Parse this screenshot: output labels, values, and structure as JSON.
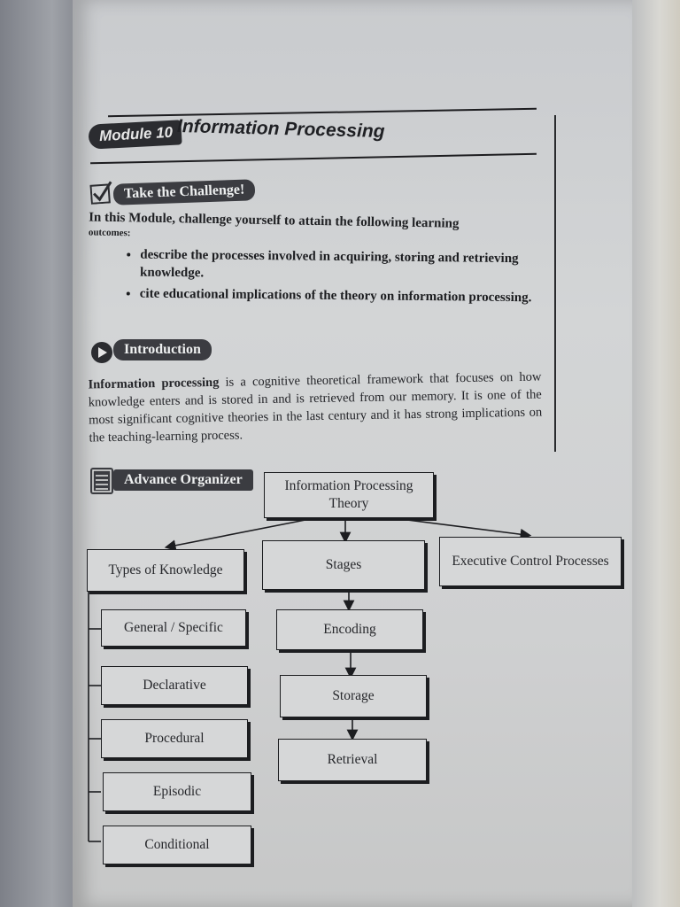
{
  "module": {
    "badge": "Module 10",
    "title": "Information Processing"
  },
  "challenge": {
    "badge": "Take the Challenge!",
    "intro": "In this Module, challenge yourself to attain the following learning",
    "intro_cont": "outcomes:",
    "outcomes": [
      "describe the processes involved in acquiring, storing and retrieving knowledge.",
      "cite educational implications of the theory on information processing."
    ]
  },
  "introduction": {
    "badge": "Introduction",
    "term": "Information processing",
    "text": " is a cognitive theoretical framework that focuses on how knowledge enters and is stored in and is retrieved from our memory. It is one of the most significant cognitive theories in the last century and it has strong implications on the teaching-learning process."
  },
  "organizer": {
    "badge": "Advance Organizer",
    "root": "Information Processing Theory",
    "types_of_knowledge": {
      "label": "Types of Knowledge",
      "items": [
        "General / Specific",
        "Declarative",
        "Procedural",
        "Episodic",
        "Conditional"
      ]
    },
    "stages": {
      "label": "Stages",
      "items": [
        "Encoding",
        "Storage",
        "Retrieval"
      ]
    },
    "executive": "Executive Control Processes"
  },
  "colors": {
    "ink": "#1c1d20",
    "paper": "#cfd0d1",
    "badge": "#3b3c41"
  }
}
